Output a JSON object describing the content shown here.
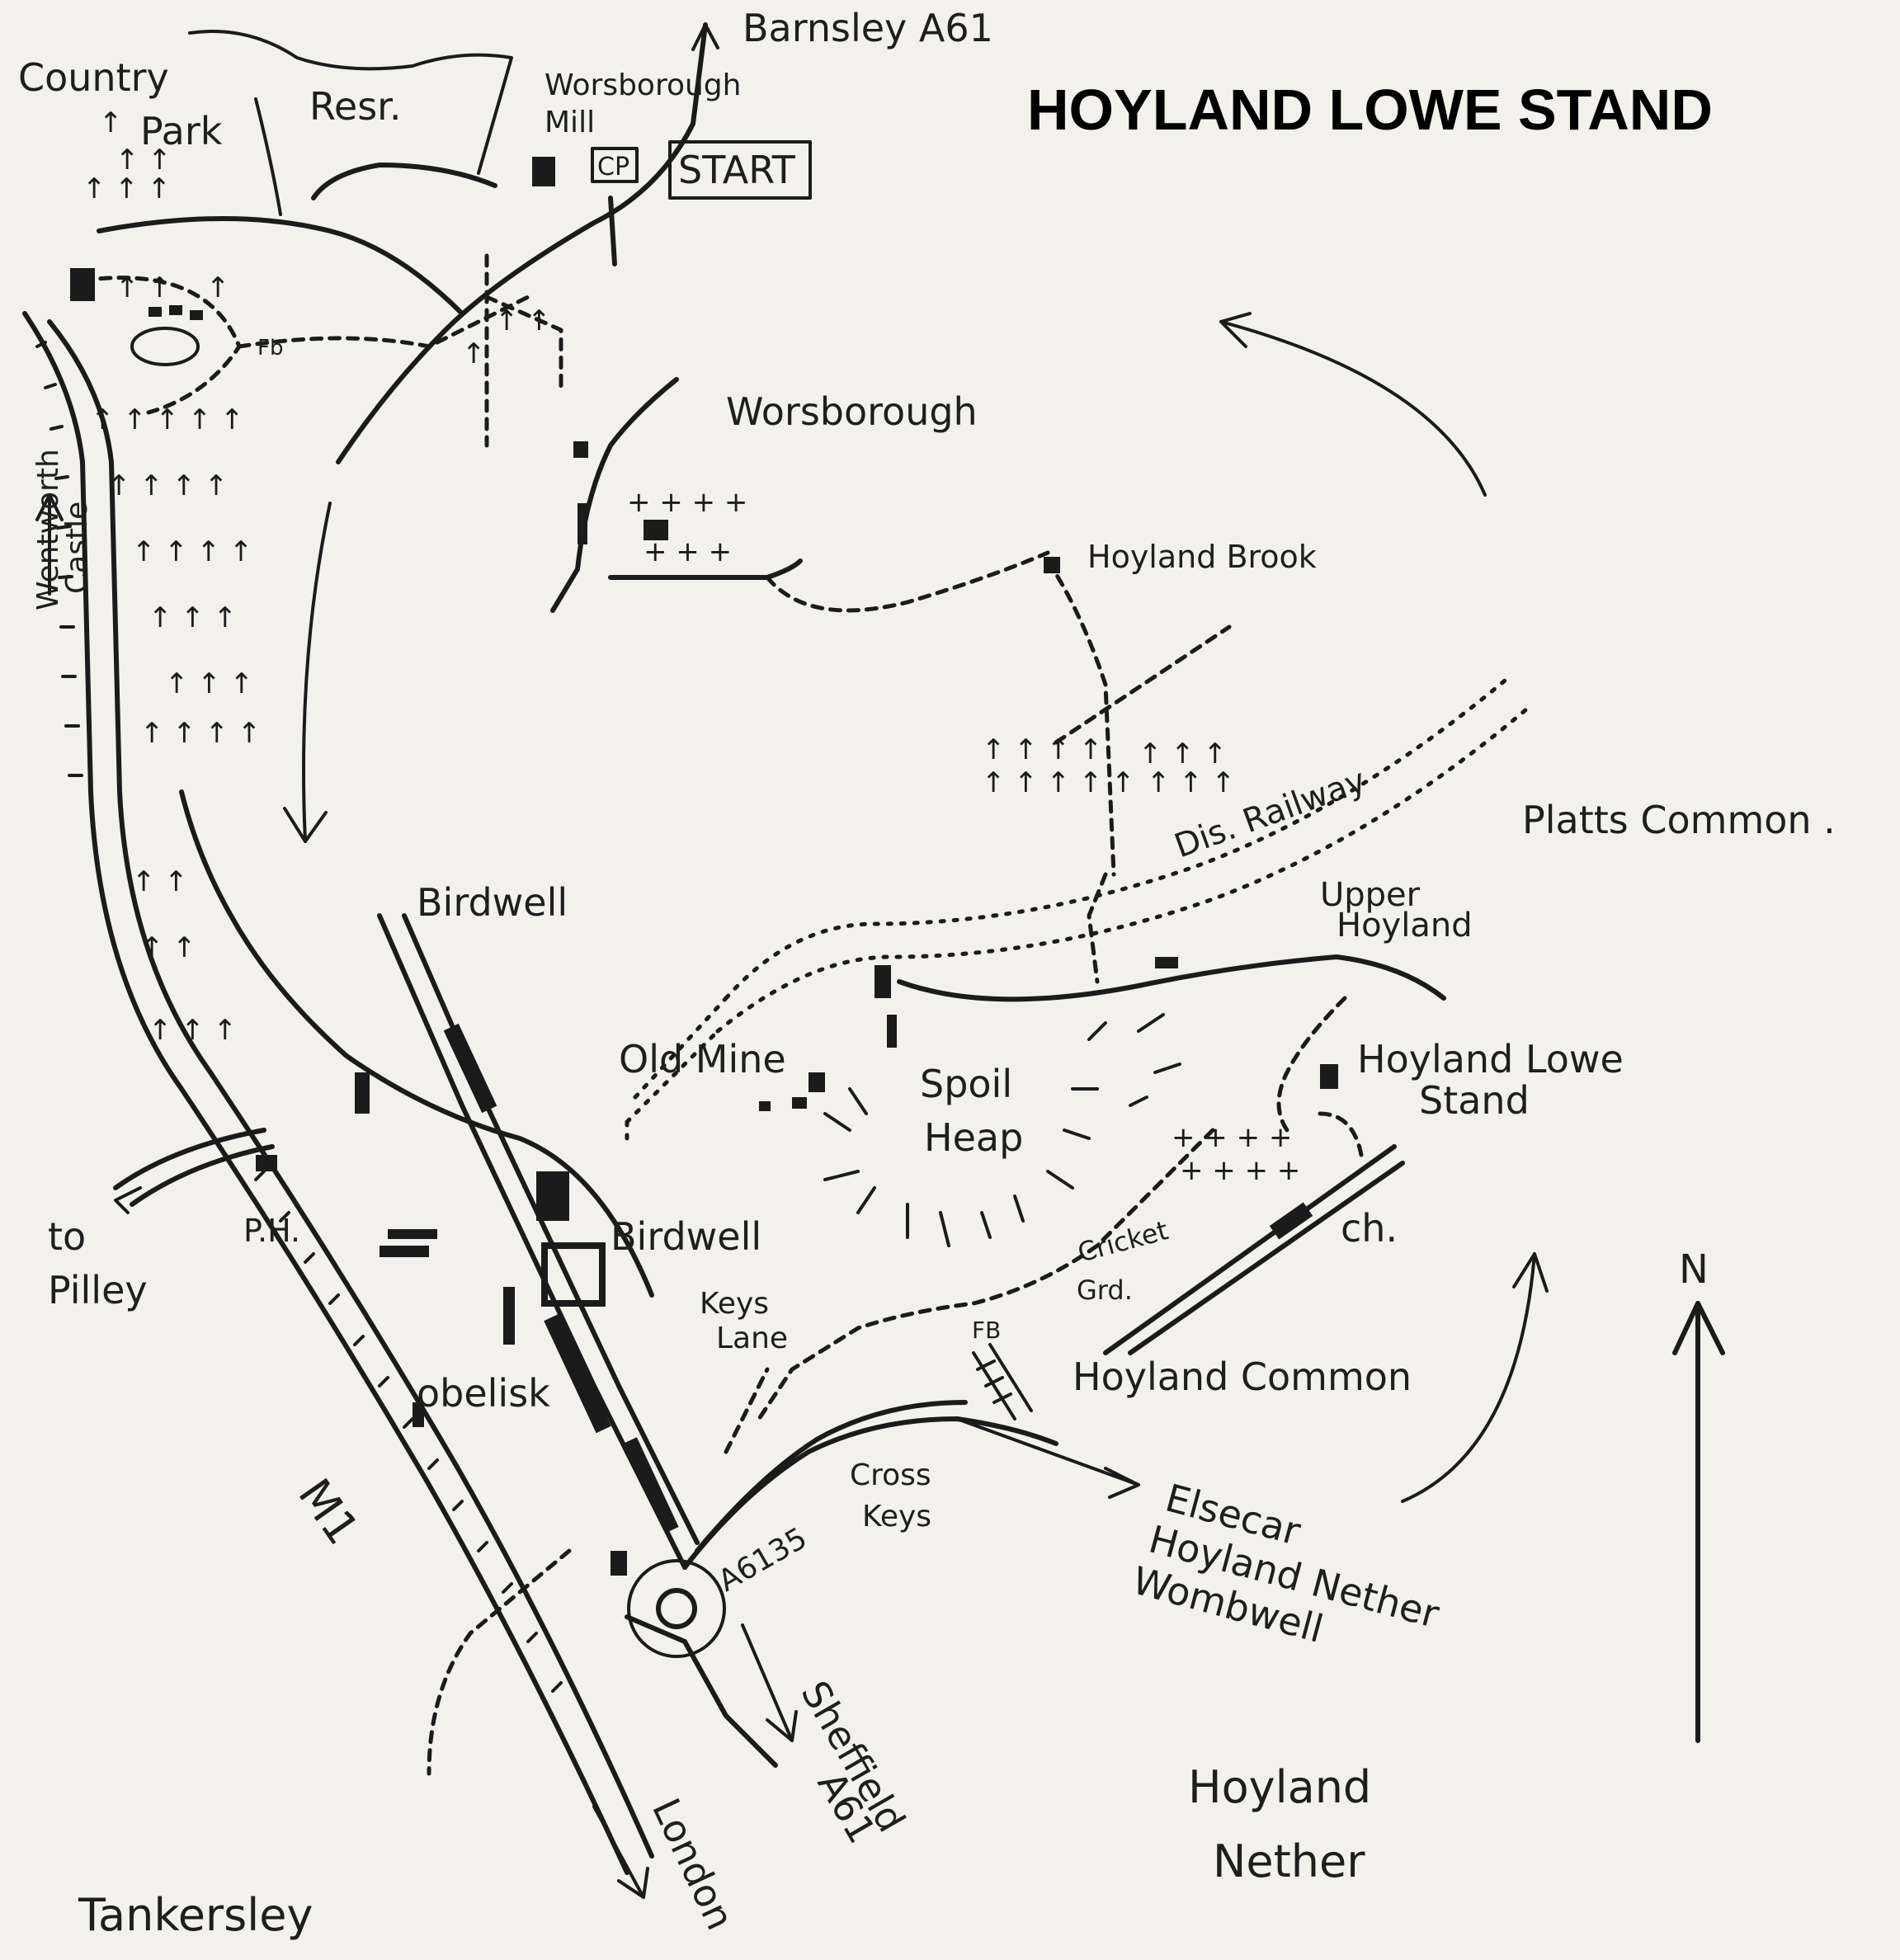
{
  "title": "HOYLAND LOWE STAND",
  "north_label": "N",
  "labels": {
    "country_park": [
      "Country",
      "Park"
    ],
    "resr": "Resr.",
    "worsborough_mill": [
      "Worsborough",
      "Mill"
    ],
    "cp": "CP",
    "start": "START",
    "barnsley": "Barnsley A61",
    "worsborough": "Worsborough",
    "wentworth_castle": [
      "Wentworth",
      "Castle"
    ],
    "fb1": "Fb",
    "hoyland_brook": "Hoyland Brook",
    "dis_railway": "Dis. Railway",
    "platts_common": "Platts Common .",
    "upper_hoyland": [
      "Upper",
      "Hoyland"
    ],
    "birdwell_top": "Birdwell",
    "old_mine": "Old Mine",
    "spoil_heap": [
      "Spoil",
      "Heap"
    ],
    "hoyland_lowe_stand": [
      "Hoyland Lowe",
      "Stand"
    ],
    "birdwell_mid": "Birdwell",
    "ph": "P.H.",
    "to_pilley": [
      "to",
      "Pilley"
    ],
    "keys_lane": [
      "Keys",
      "Lane"
    ],
    "fb2": "FB",
    "cricket_grd": [
      "Cricket",
      "Grd."
    ],
    "ch": "ch.",
    "obelisk": "obelisk",
    "hoyland_common": "Hoyland Common",
    "cross_keys": [
      "Cross",
      "Keys"
    ],
    "elsecar": [
      "Elsecar",
      "Hoyland Nether",
      "Wombwell"
    ],
    "a6135": "A6135",
    "m1": "M1",
    "sheffield": [
      "Sheffield",
      "A61"
    ],
    "london": "London",
    "hoyland_nether": [
      "Hoyland",
      "Nether"
    ],
    "tankersley": "Tankersley"
  },
  "icons": [
    "tree-symbol",
    "building-block",
    "north-arrow",
    "direction-arrow",
    "roundabout",
    "footbridge"
  ]
}
